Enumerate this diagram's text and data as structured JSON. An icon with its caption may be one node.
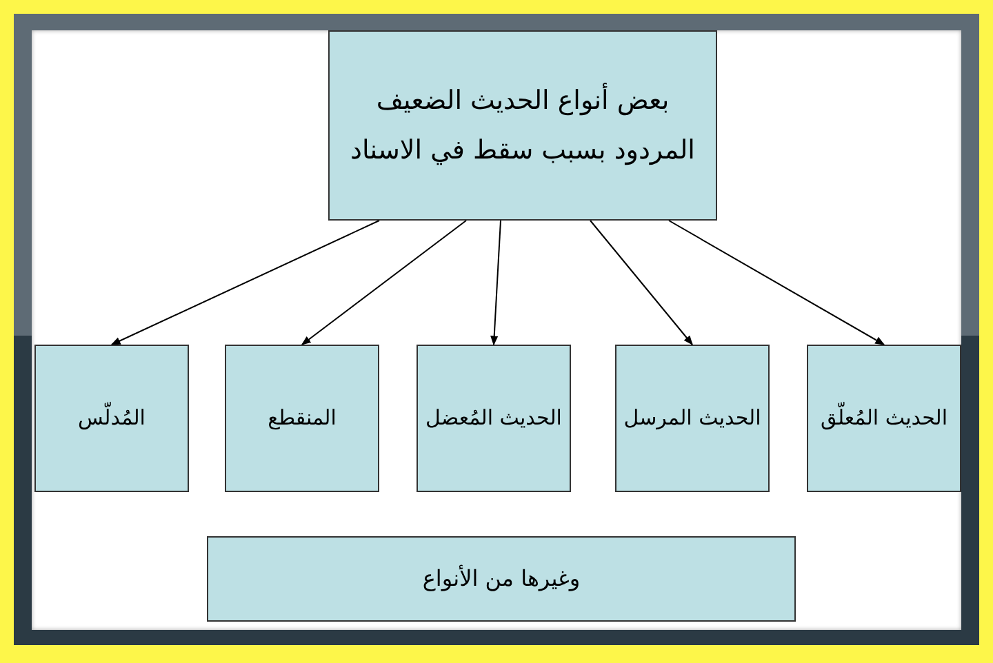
{
  "diagram": {
    "nodes": [
      {
        "text": [
          "بعض أنواع الحديث الضعيف المردود بسبب سقط في الاسناد"
        ]
      },
      {
        "text": [
          "الحديث المُعلّق"
        ]
      },
      {
        "text": [
          "الحديث المرسل"
        ]
      },
      {
        "text": [
          "الحديث المُعضل"
        ]
      },
      {
        "text": [
          "المنقطع"
        ]
      },
      {
        "text": [
          "المُدلّس"
        ]
      },
      {
        "text": [
          "وغيرها من الأنواع"
        ]
      }
    ],
    "edges": [
      {
        "from": 0,
        "to": 1,
        "arrow": "to"
      },
      {
        "from": 0,
        "to": 2,
        "arrow": "to"
      },
      {
        "from": 0,
        "to": 3,
        "arrow": "to"
      },
      {
        "from": 0,
        "to": 4,
        "arrow": "to"
      },
      {
        "from": 0,
        "to": 5,
        "arrow": "to"
      }
    ]
  }
}
